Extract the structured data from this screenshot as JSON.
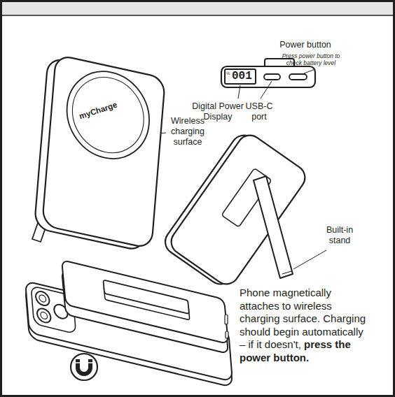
{
  "diagram": {
    "labels": [
      "%",
      "001",
      "Power button",
      "Press power button to check battery level",
      "Digital Power Display",
      "USB-C port",
      "myCharge",
      "Wireless charging surface",
      "Built-in stand",
      "Phone magnetically attaches to wireless charging surface. Charging should begin automatically – if it doesn't,",
      "press the power button."
    ]
  }
}
